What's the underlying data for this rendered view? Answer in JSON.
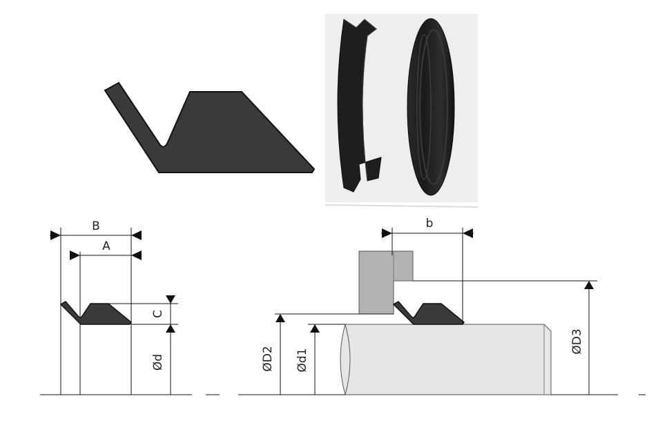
{
  "dimensions": {
    "B": "B",
    "A": "A",
    "C": "C",
    "d": "Ød",
    "b": "b",
    "D2": "ØD2",
    "d1": "Ød1",
    "D3": "ØD3"
  },
  "colors": {
    "seal_fill": "#3a3a3a",
    "seal_stroke": "#111111",
    "housing_fill": "#b3b3b3",
    "shaft_fill": "#e6e6e6",
    "photo_bg": "#eeeeee",
    "line": "#111111"
  }
}
